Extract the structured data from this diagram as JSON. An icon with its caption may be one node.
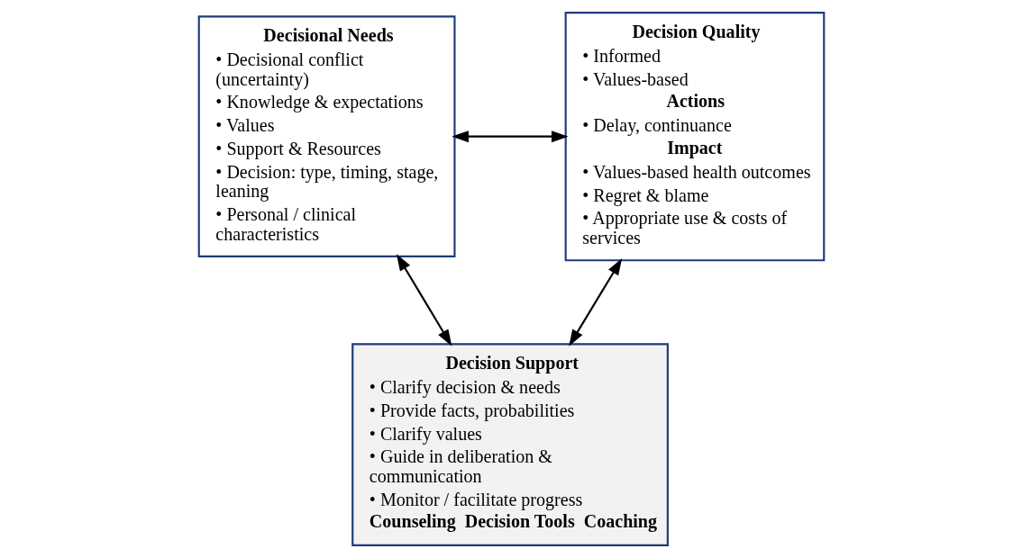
{
  "diagram": {
    "nodes": [
      {
        "text": [
          "Decisional Needs",
          "• Decisional conflict (uncertainty)",
          "• Knowledge & expectations",
          "• Values",
          "• Support & Resources",
          "• Decision: type, timing, stage, leaning",
          "• Personal / clinical characteristics"
        ]
      },
      {
        "text": [
          "Decision Quality",
          "• Informed",
          "• Values-based",
          "Actions",
          "• Delay, continuance",
          "Impact",
          "• Values-based health outcomes",
          "• Regret & blame",
          "• Appropriate use & costs of services"
        ]
      },
      {
        "text": [
          "Decision Support",
          "• Clarify decision & needs",
          "• Provide facts, probabilities",
          "• Clarify values",
          "• Guide in deliberation & communication",
          "• Monitor / facilitate progress",
          "Counseling",
          "Decision Tools",
          "Coaching"
        ]
      }
    ],
    "edges": [
      {
        "from": 0,
        "to": 1,
        "arrow": "both"
      },
      {
        "from": 2,
        "to": 0,
        "arrow": "both"
      },
      {
        "from": 2,
        "to": 1,
        "arrow": "both"
      }
    ]
  }
}
